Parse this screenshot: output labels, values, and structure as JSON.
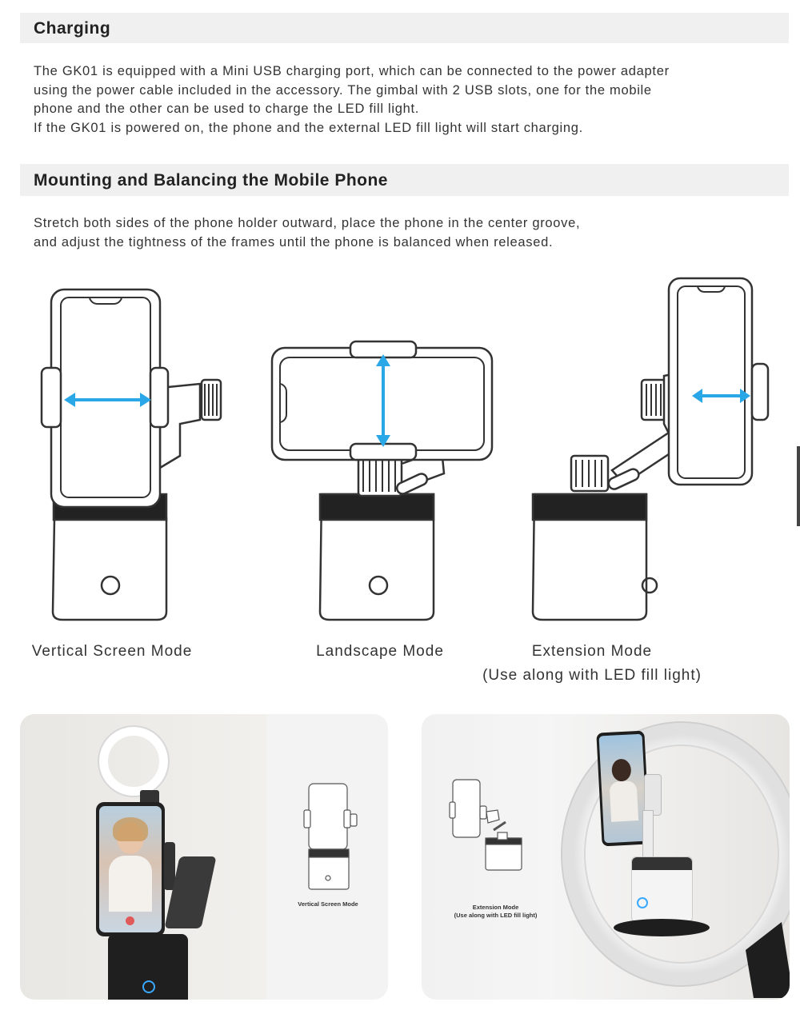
{
  "sections": {
    "charging": {
      "title": "Charging",
      "lines": [
        "The GK01 is equipped with a Mini USB charging port, which can be connected to the power adapter",
        "using the power cable included in the accessory. The gimbal with 2 USB slots, one for the mobile",
        "phone and the other can be used to charge the LED fill light.",
        "If the GK01 is powered on, the phone and the external LED fill light will start charging."
      ]
    },
    "mounting": {
      "title": "Mounting and Balancing the Mobile Phone",
      "lines": [
        "Stretch both sides of the phone holder outward, place the phone in the center groove,",
        "and adjust the tightness of the frames until the phone is balanced when released."
      ]
    }
  },
  "diagrams": {
    "vertical": {
      "caption": "Vertical Screen Mode"
    },
    "landscape": {
      "caption": "Landscape Mode"
    },
    "extension": {
      "caption": "Extension Mode",
      "subcaption": "(Use along with LED fill light)"
    }
  },
  "photos": {
    "left": {
      "inset_caption": "Vertical Screen Mode"
    },
    "right": {
      "inset_caption_line1": "Extension Mode",
      "inset_caption_line2": "(Use along with LED fill light)"
    }
  },
  "colors": {
    "arrow": "#2aa7e6",
    "header_bg": "#f0f0f0"
  }
}
